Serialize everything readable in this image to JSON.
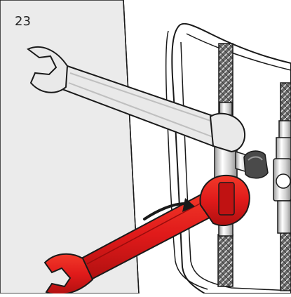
{
  "step_label": "23",
  "colors": {
    "wall": "#ebebeb",
    "outline": "#1a1a1a",
    "metal": "#e9e9e9",
    "metal_shade": "#bfbfbf",
    "wrench_red": "#e01a1a",
    "wrench_red_dark": "#9a0c0c"
  },
  "parts": [
    "gray-wall",
    "sink-cabinet-back",
    "braided-hose-left",
    "braided-hose-right",
    "shutoff-valve-left",
    "shutoff-valve-right",
    "valve-handle",
    "upper-wrench",
    "lower-red-wrench",
    "rotation-arrow"
  ]
}
